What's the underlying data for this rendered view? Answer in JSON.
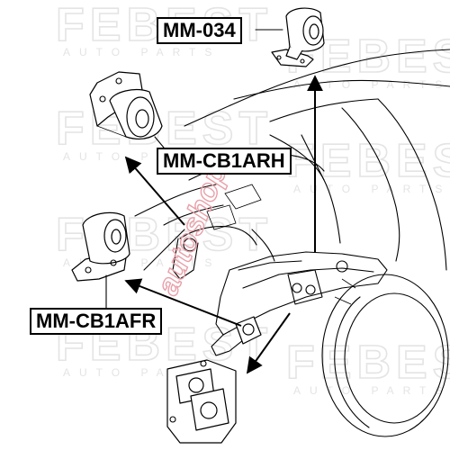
{
  "watermark": {
    "brand": "FEBEST",
    "sub": "AUTO PARTS",
    "shop": "autoshop"
  },
  "labels": {
    "mm034": "MM-034",
    "mmcb1arh": "MM-CB1ARH",
    "mmcb1afr": "MM-CB1AFR"
  }
}
